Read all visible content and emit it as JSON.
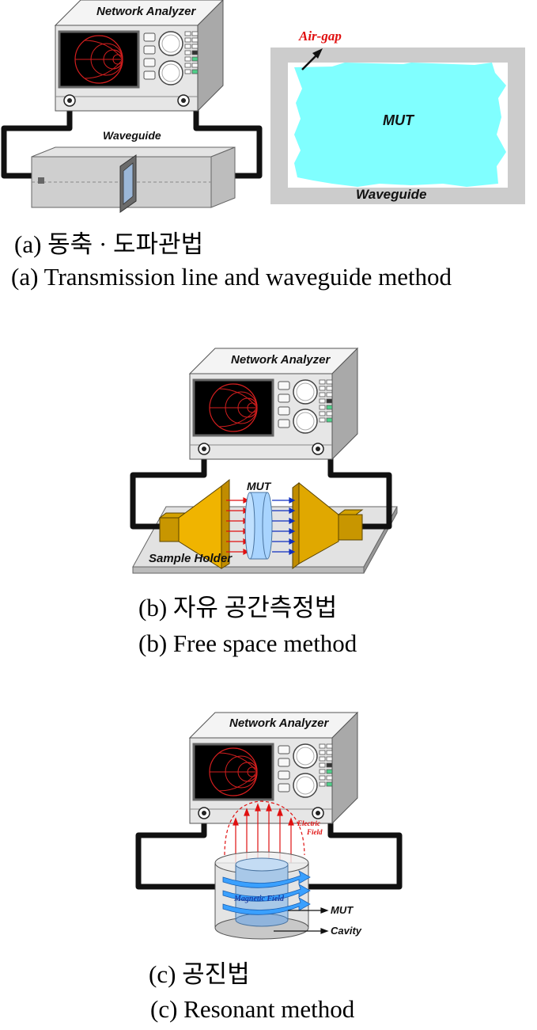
{
  "panel_a": {
    "analyzer_title": "Network Analyzer",
    "waveguide_label": "Waveguide",
    "airgap_label": "Air-gap",
    "mut_label": "MUT",
    "waveguide_section_label": "Waveguide",
    "caption_kr": "(a) 동축 · 도파관법",
    "caption_en": "(a) Transmission line and waveguide method"
  },
  "panel_b": {
    "analyzer_title": "Network Analyzer",
    "mut_label": "MUT",
    "holder_label": "Sample Holder",
    "caption_kr": "(b) 자유 공간측정법",
    "caption_en": "(b) Free space method"
  },
  "panel_c": {
    "analyzer_title": "Network Analyzer",
    "electric_label_1": "Electric",
    "electric_label_2": "Field",
    "magnetic_label": "Magnetic Field",
    "mut_label": "MUT",
    "cavity_label": "Cavity",
    "caption_kr": "(c) 공진법",
    "caption_en": "(c) Resonant method"
  },
  "colors": {
    "analyzer_face": "#e6e6e6",
    "analyzer_side": "#a9a9a9",
    "screen": "#000000",
    "smith": "#d21e1e",
    "led_green": "#4fd08a",
    "mut_cyan": "#80ffff",
    "airgap_red": "#e01010",
    "horn_gold": "#f0b400",
    "mut_blue": "#a8d4ff",
    "wave_blue": "#3aa0ff"
  }
}
